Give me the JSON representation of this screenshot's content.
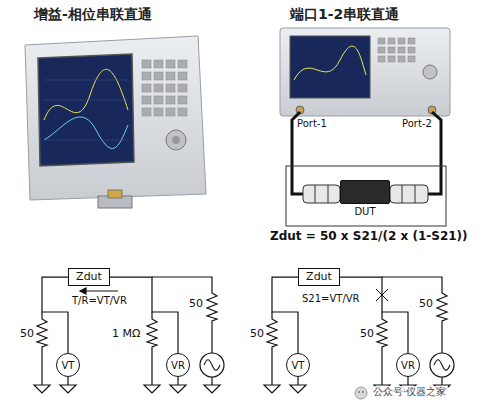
{
  "diagram": {
    "nodes": [
      {
        "text": [
          "DUT"
        ]
      },
      {
        "text": [
          "Zdut"
        ]
      },
      {
        "text": [
          "VT"
        ]
      },
      {
        "text": [
          "VR"
        ]
      },
      {
        "text": [
          "Zdut"
        ]
      },
      {
        "text": [
          "VT"
        ]
      },
      {
        "text": [
          "VR"
        ]
      }
    ],
    "edges": [
      {
        "from": 1,
        "to": 2,
        "arrow": "none"
      },
      {
        "from": 1,
        "to": 3,
        "arrow": "none"
      },
      {
        "from": 4,
        "to": 5,
        "arrow": "none"
      },
      {
        "from": 4,
        "to": 6,
        "arrow": "none"
      }
    ],
    "labels": [
      "增益-相位串联直通",
      "端口1-2串联直通",
      "Port-1",
      "Port-2",
      "Zdut = 50 x S21/(2 x (1-S21))",
      "T/R=VT/VR",
      "50",
      "1 MΩ",
      "50",
      "S21=VT/VR",
      "50",
      "50",
      "50",
      "公众号·仪器之家"
    ]
  }
}
